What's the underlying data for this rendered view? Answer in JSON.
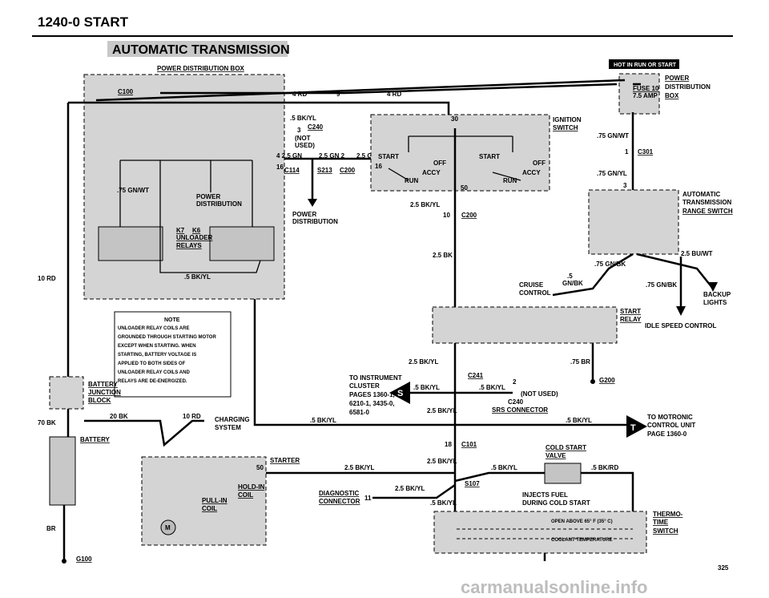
{
  "header": {
    "section": "1240-0 START",
    "title": "AUTOMATIC TRANSMISSION",
    "hot_tag": "HOT IN RUN OR START"
  },
  "labels": {
    "power_dist_box": "POWER DISTRIBUTION BOX",
    "c100": "C100",
    "fuse": "FUSE 10",
    "fuse_amp": "7.5 AMP",
    "power_dist_right_1": "POWER",
    "power_dist_right_2": "DISTRIBUTION",
    "power_dist_right_3": "BOX",
    "wire_4rd_1": "4 RD",
    "wire_9": "9",
    "wire_4rd_2": "4 RD",
    "ign_switch_1": "IGNITION",
    "ign_switch_2": "SWITCH",
    "c240_wire": ".5 BK/YL",
    "c240_pin": "3",
    "c240": "C240",
    "not_used_1": "(NOT",
    "not_used_2": "USED)",
    "wire_4_25gn": "4  2.5 GN",
    "wire_25gn_2": "2.5 GN  2",
    "wire_25gn_3": "2.5 GN",
    "pin_16": "16",
    "c114": "C114",
    "s213": "S213",
    "c200": "C200",
    "power_distribution_1": "POWER",
    "power_distribution_2": "DISTRIBUTION",
    "gn_wt_75": ".75 GN/WT",
    "power_dist_inner_1": "POWER",
    "power_dist_inner_2": "DISTRIBUTION",
    "k7": "K7",
    "k6": "K6",
    "unloader": "UNLOADER",
    "relays": "RELAYS",
    "bk_yl_5": ".5 BK/YL",
    "rd_10": "10 RD",
    "start_sw": "START",
    "off_l": "OFF",
    "accy_l": "ACCY",
    "run_l": "RUN",
    "start_sw2": "START",
    "off_r": "OFF",
    "accy_r": "ACCY",
    "run_r": "RUN",
    "pin_30": "30",
    "pin_50": "50",
    "pin_16b": "16",
    "bk_yl_25": "2.5 BK/YL",
    "c200_10": "10",
    "c200_b": "C200",
    "bk_25": "2.5 BK",
    "gn_wt_right": ".75 GN/WT",
    "c301_pin": "1",
    "c301": "C301",
    "gn_yl_right": ".75 GN/YL",
    "pin_3": "3",
    "auto_trans_1": "AUTOMATIC",
    "auto_trans_2": "TRANSMISSION",
    "auto_trans_3": "RANGE SWITCH",
    "bu_wt": "2.5 BU/WT",
    "gn_bk_75": ".75 GN/BK",
    "gn_bk_5a": ".5",
    "gn_bk_5b": "GN/BK",
    "gn_bk_75b": ".75 GN/BK",
    "cruise_1": "CRUISE",
    "cruise_2": "CONTROL",
    "backup_1": "BACKUP",
    "backup_2": "LIGHTS",
    "start_relay_1": "START",
    "start_relay_2": "RELAY",
    "idle_speed": "IDLE SPEED CONTROL",
    "br_75": ".75 BR",
    "bk_yl_25b": "2.5 BK/YL",
    "g200": "G200",
    "note_title": "NOTE",
    "note_lines": [
      "UNLOADER RELAY COILS ARE",
      "GROUNDED THROUGH STARTING MOTOR",
      "EXCEPT WHEN STARTING. WHEN",
      "STARTING, BATTERY VOLTAGE IS",
      "APPLIED TO BOTH SIDES OF",
      "UNLOADER RELAY COILS AND",
      "RELAYS ARE DE-ENERGIZED."
    ],
    "battery_junction_1": "BATTERY",
    "battery_junction_2": "JUNCTION",
    "battery_junction_3": "BLOCK",
    "to_instr_1": "TO INSTRUMENT",
    "to_instr_2": "CLUSTER",
    "to_instr_3": "PAGES 1360-1,",
    "to_instr_4": "6210-1, 3435-0,",
    "to_instr_5": "6581-0",
    "s_marker": "S",
    "bk_yl_s": ".5 BK/YL",
    "c241": "C241",
    "bk_yl_c241": ".5 BK/YL",
    "pin_2": "2",
    "not_used_b": "(NOT USED)",
    "c240b": "C240",
    "srs": "SRS CONNECTOR",
    "bk_yl_25c": "2.5 BK/YL",
    "bk_20": "20 BK",
    "rd_10b": "10 RD",
    "charging_1": "CHARGING",
    "charging_2": "SYSTEM",
    "bk_yl_5b": ".5 BK/YL",
    "bk_yl_5c": ".5 BK/YL",
    "to_motronic_1": "TO MOTRONIC",
    "to_motronic_2": "CONTROL UNIT",
    "to_motronic_3": "PAGE 1360-0",
    "t_marker": "T",
    "bk_70": "70 BK",
    "battery": "BATTERY",
    "c101_pin": "18",
    "c101": "C101",
    "cold_start_1": "COLD START",
    "cold_start_2": "VALVE",
    "starter": "STARTER",
    "pin_50b": "50",
    "bk_yl_25d": "2.5 BK/YL",
    "bk_yl_25e": "2.5 BK/YL",
    "bk_yl_5d": ".5 BK/YL",
    "bk_rd_5": ".5 BK/RD",
    "s107": "S107",
    "hold_in_1": "HOLD-IN",
    "hold_in_2": "COIL",
    "pull_in_1": "PULL-IN",
    "pull_in_2": "COIL",
    "diag_1": "DIAGNOSTIC",
    "diag_2": "CONNECTOR",
    "diag_pin": "11",
    "bk_yl_25f": "2.5 BK/YL",
    "bk_yl_5e": ".5  BK/YL",
    "inject_1": "INJECTS FUEL",
    "inject_2": "DURING COLD START",
    "thermo_1": "THERMO-",
    "thermo_2": "TIME",
    "thermo_3": "SWITCH",
    "open_above": "OPEN ABOVE 65° F (35° C)",
    "coolant": "COOLANT TEMPERATURE",
    "br": "BR",
    "g100": "G100",
    "page_num": "325",
    "watermark": "carmanualsonline.info"
  },
  "colors": {
    "box_fill": "#d4d4d4",
    "ink": "#000000",
    "watermark": "#bdbdbd"
  }
}
